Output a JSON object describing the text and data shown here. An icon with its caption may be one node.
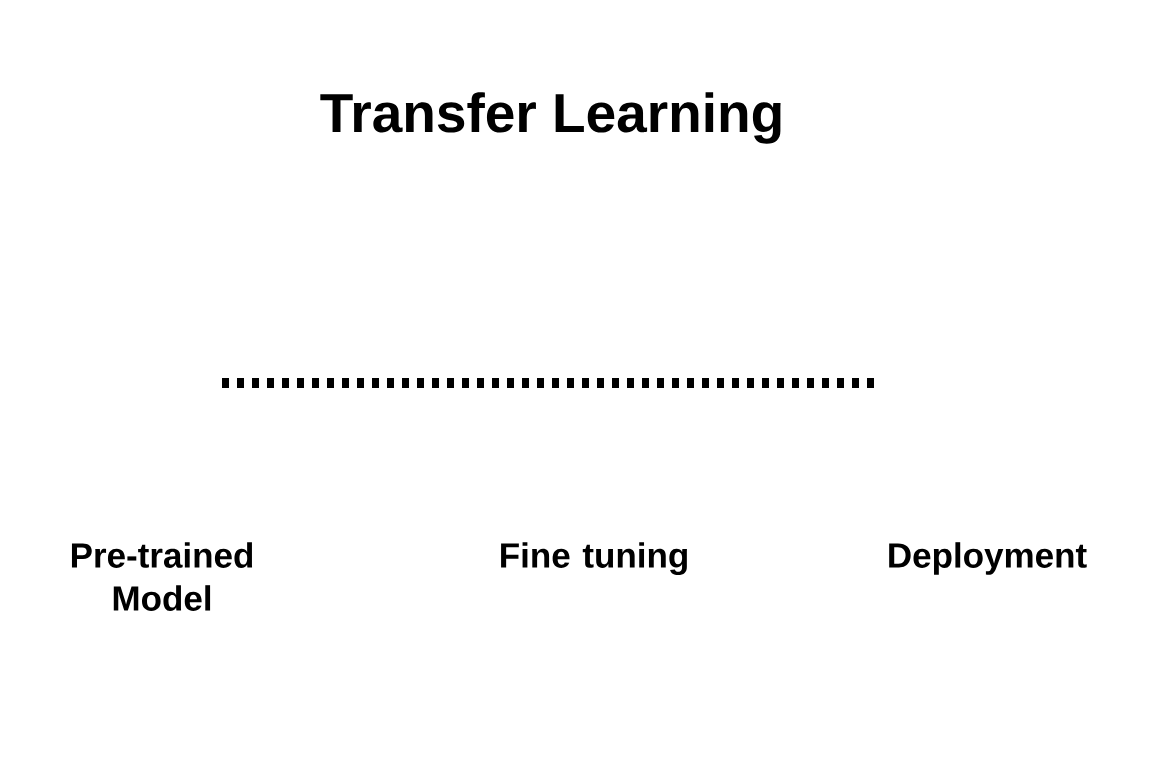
{
  "diagram": {
    "title": "Transfer Learning",
    "labels": [
      "Pre-trained Model",
      "Fine tuning",
      "Deployment"
    ]
  }
}
